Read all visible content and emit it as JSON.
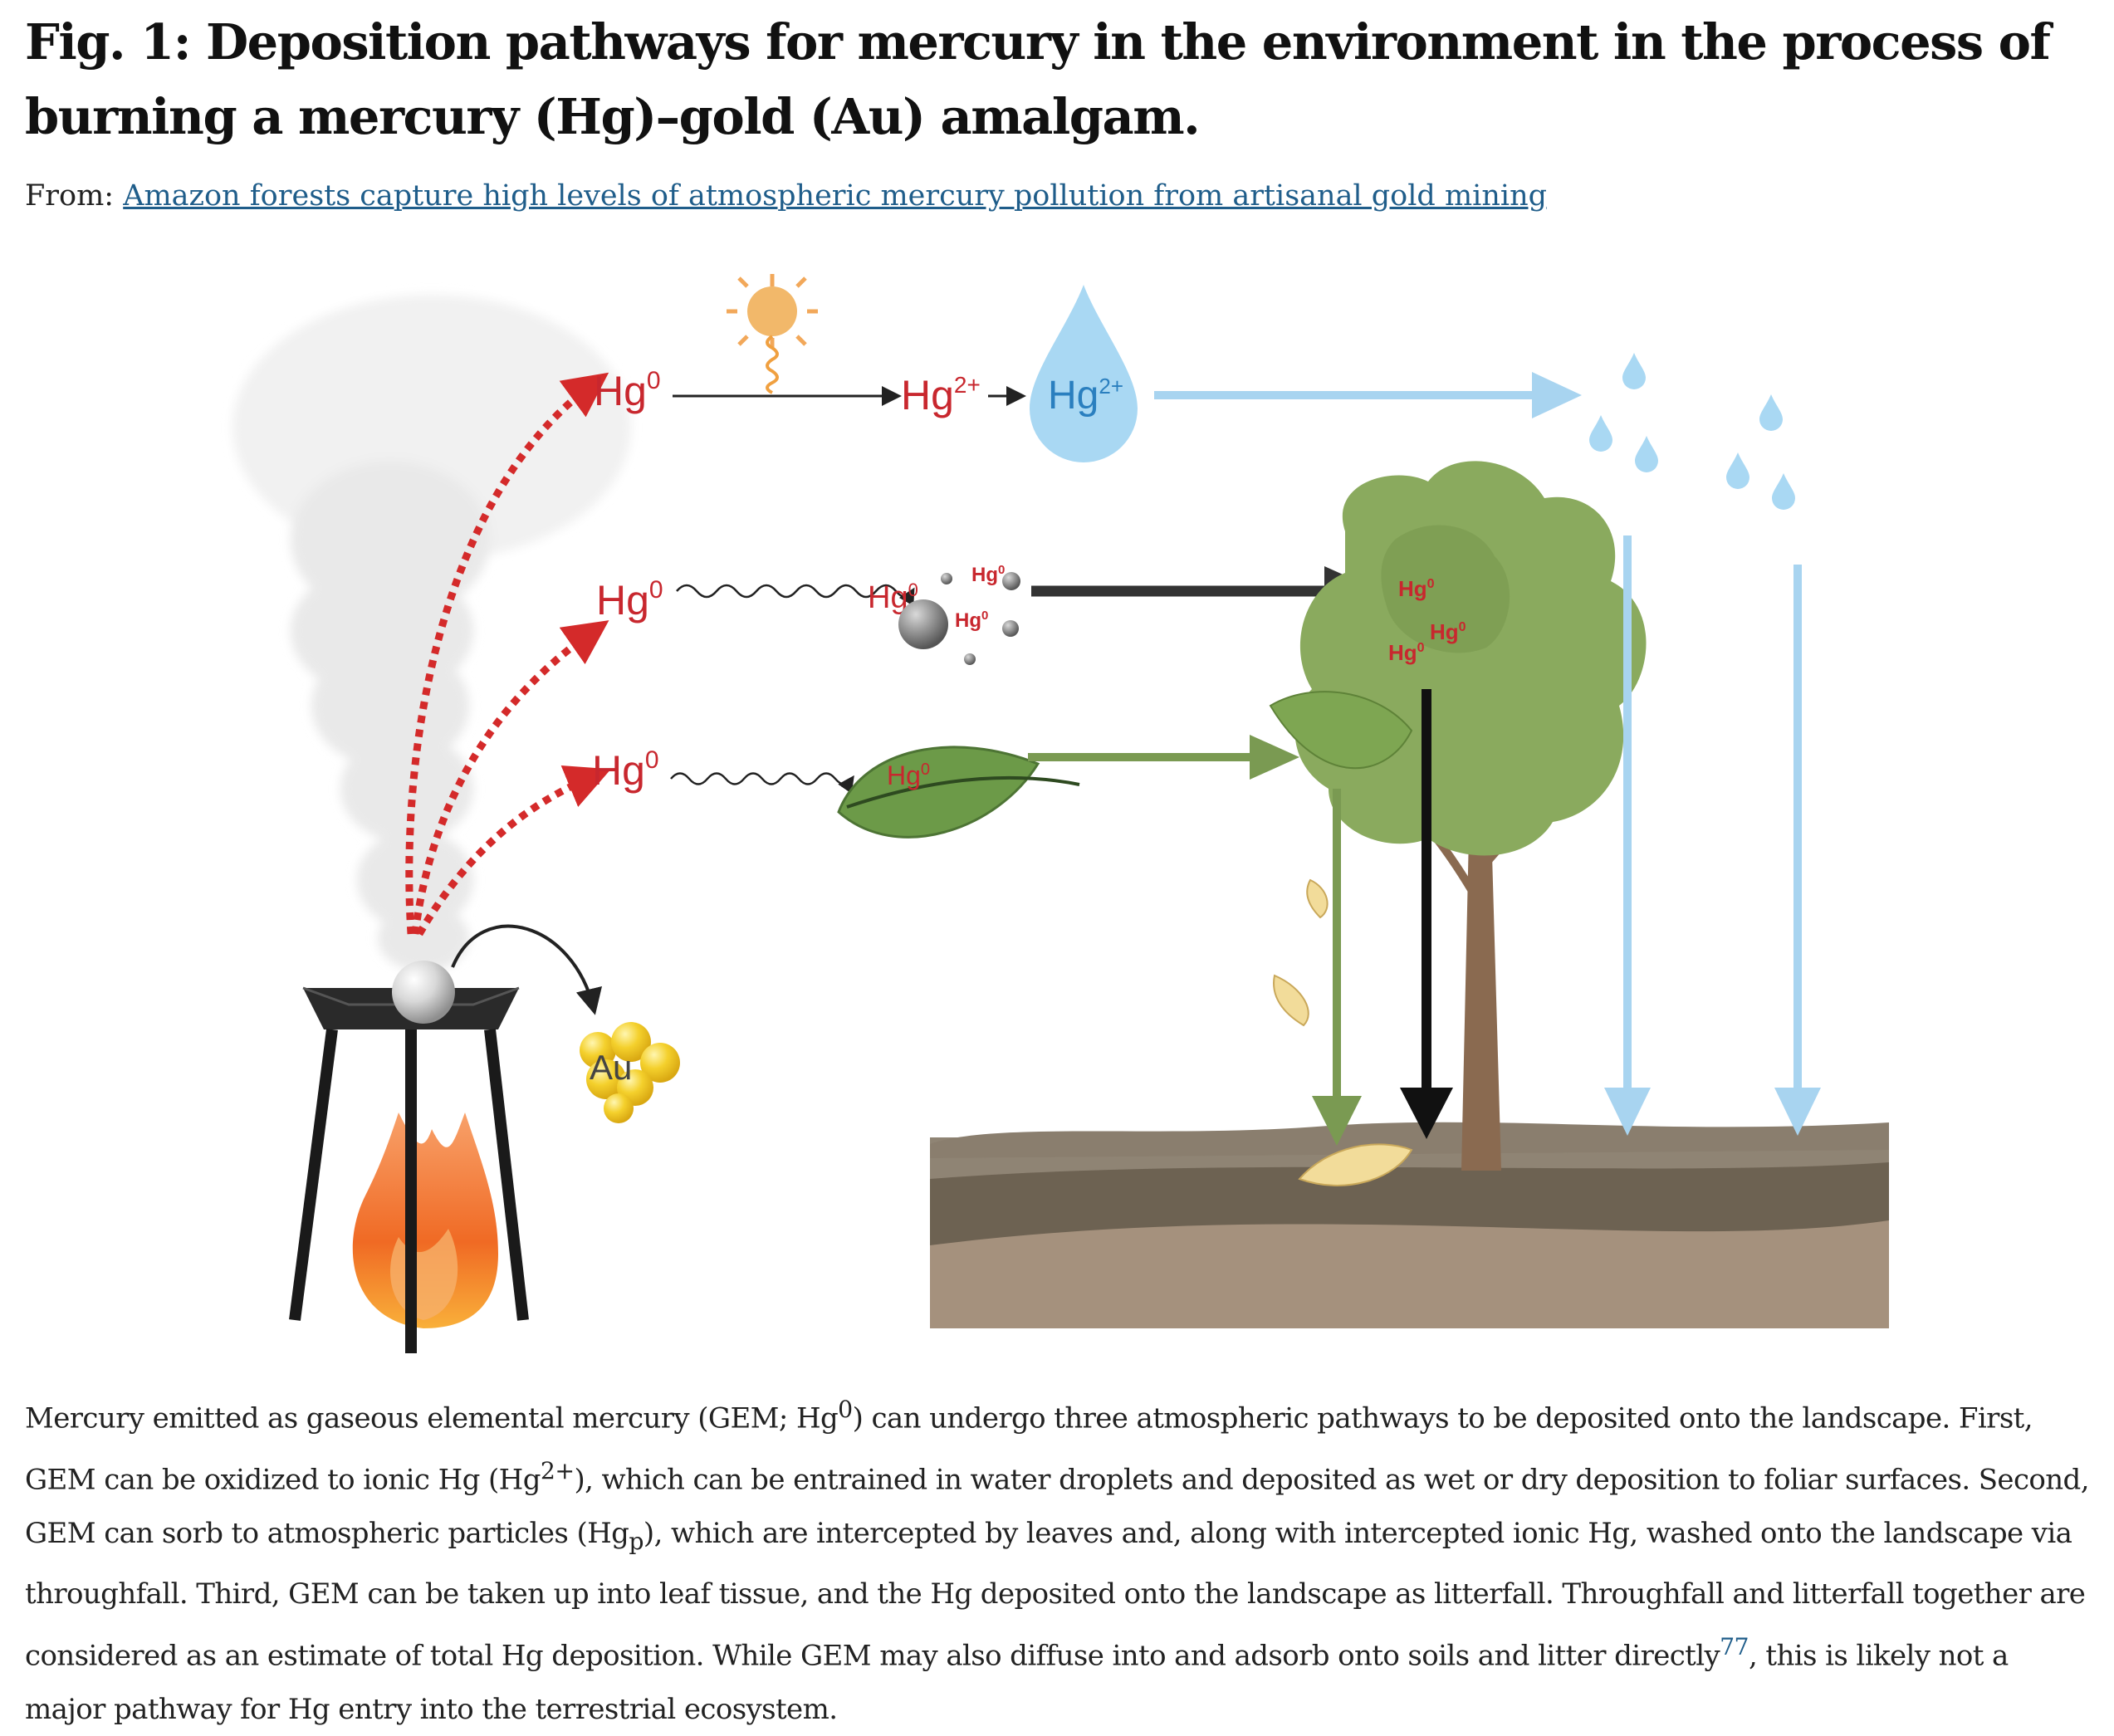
{
  "figure": {
    "title": "Fig. 1: Deposition pathways for mercury in the environment in the process of burning a mercury (Hg)–gold (Au) amalgam.",
    "from_label": "From:",
    "source_link": "Amazon forests capture high levels of atmospheric mercury pollution from artisanal gold mining"
  },
  "diagram": {
    "hg0": "Hg",
    "zero_sup": "0",
    "two_plus_sup": "2+",
    "au": "Au"
  },
  "caption": {
    "p1": "Mercury emitted as gaseous elemental mercury (GEM; Hg",
    "sup0": "0",
    "p2": ") can undergo three atmospheric pathways to be deposited onto the landscape. First, GEM can be oxidized to ionic Hg (Hg",
    "sup2": "2+",
    "p3": "), which can be entrained in water droplets and deposited as wet or dry deposition to foliar surfaces. Second, GEM can sorb to atmospheric particles (Hg",
    "sub_p": "p",
    "p4": "), which are intercepted by leaves and, along with intercepted ionic Hg, washed onto the landscape via throughfall. Third, GEM can be taken up into leaf tissue, and the Hg deposited onto the landscape as litterfall. Throughfall and litterfall together are considered as an estimate of total Hg deposition. While GEM may also diffuse into and adsorb onto soils and litter directly",
    "ref": "77",
    "p5": ", this is likely not a major pathway for Hg entry into the terrestrial ecosystem."
  },
  "colors": {
    "red_arrow": "#d42a2a",
    "label_red": "#c8272e",
    "rain_blue": "#a8d4f0",
    "drop_blue": "#a9d8f3",
    "drop_text": "#2a7fbf",
    "green_arrow": "#7a9a52",
    "leaf_green": "#6c9a48",
    "tree_green": "#8aaa5e",
    "soil_top": "#8f8474",
    "soil_mid": "#6d6252",
    "soil_low": "#a5917d",
    "gold": "#f2cc2a",
    "fire": "#f06a24",
    "link": "#1f5d8a"
  }
}
